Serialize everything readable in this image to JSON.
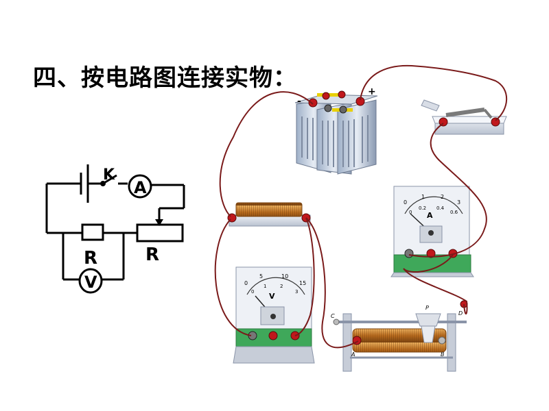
{
  "title": "四、按电路图连接实物：",
  "schematic": {
    "switch_label": "K",
    "ammeter_label": "A",
    "voltmeter_label": "V",
    "resistor_label": "R",
    "rheostat_label": "R"
  },
  "battery": {
    "minus": "-",
    "plus": "+"
  },
  "ammeter": {
    "symbol": "A",
    "scale_top": [
      "0",
      "1",
      "2",
      "3"
    ],
    "scale_bottom": [
      "0",
      "0.2",
      "0.4",
      "0.6"
    ]
  },
  "voltmeter": {
    "symbol": "V",
    "scale_top": [
      "0",
      "5",
      "10",
      "15"
    ],
    "scale_bottom": [
      "0",
      "1",
      "2",
      "3"
    ]
  },
  "rheostat": {
    "c": "C",
    "p": "P",
    "d": "D",
    "a": "A",
    "b": "B"
  },
  "colors": {
    "wire": "#7a1a1a",
    "terminal_red": "#c0181c",
    "coil": "#c07a2a",
    "panel_green": "#3fa85a"
  }
}
